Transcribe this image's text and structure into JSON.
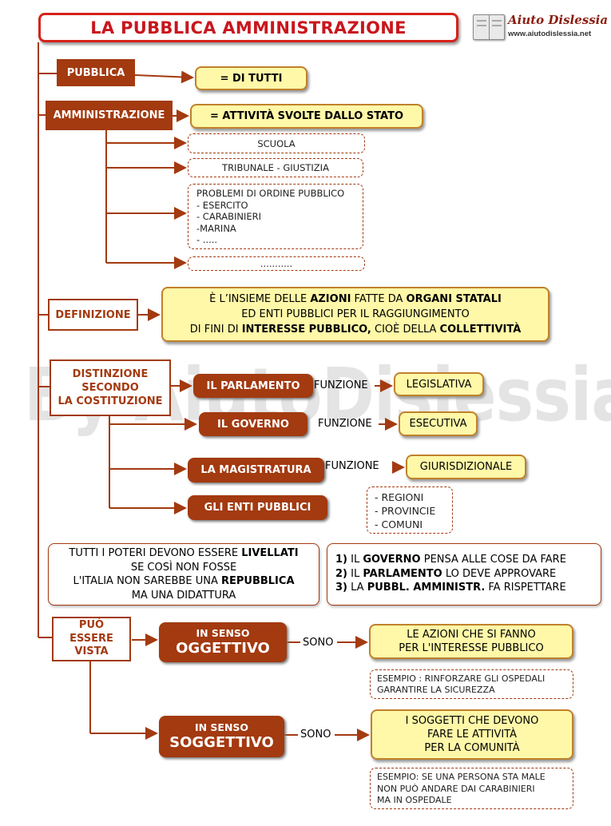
{
  "title": "LA PUBBLICA AMMINISTRAZIONE",
  "logo": {
    "name": "Aiuto Dislessia",
    "url": "www.aiutodislessia.net"
  },
  "watermark": "By AiutoDislessia.net",
  "pubblica": {
    "label": "PUBBLICA",
    "meaning": "= DI TUTTI"
  },
  "amministrazione": {
    "label": "AMMINISTRAZIONE",
    "meaning": "= ATTIVITÀ SVOLTE DALLO STATO",
    "items": [
      "SCUOLA",
      "TRIBUNALE - GIUSTIZIA"
    ],
    "problemi": [
      "PROBLEMI DI ORDINE PUBBLICO",
      "- ESERCITO",
      "- CARABINIERI",
      "-MARINA",
      "- ....."
    ],
    "more": "..........."
  },
  "definizione": {
    "label": "DEFINIZIONE",
    "line1": [
      "È L’INSIEME DELLE ",
      "AZIONI",
      " FATTE DA ",
      "ORGANI STATALI"
    ],
    "line2": "ED ENTI PUBBLICI PER IL RAGGIUNGIMENTO",
    "line3": [
      "DI FINI DI ",
      "INTERESSE PUBBLICO,",
      " CIOÈ DELLA ",
      "COLLETTIVITÀ"
    ]
  },
  "distinzione": {
    "label": [
      "DISTINZIONE",
      "SECONDO",
      "LA COSTITUZIONE"
    ],
    "funzione_label": "FUNZIONE",
    "rows": [
      {
        "organ": "IL PARLAMENTO",
        "function": "LEGISLATIVA"
      },
      {
        "organ": "IL GOVERNO",
        "function": "ESECUTIVA"
      },
      {
        "organ": "LA MAGISTRATURA",
        "function": "GIURISDIZIONALE"
      }
    ],
    "enti": {
      "label": "GLI ENTI PUBBLICI",
      "items": [
        "- REGIONI",
        "- PROVINCIE",
        "- COMUNI"
      ]
    }
  },
  "poteri": {
    "line1": [
      "TUTTI I POTERI DEVONO ESSERE ",
      "LIVELLATI"
    ],
    "line2": "SE COSÌ NON FOSSE",
    "line3": [
      "L'ITALIA NON SAREBBE UNA ",
      "REPUBBLICA"
    ],
    "line4": "MA UNA DIDATTURA"
  },
  "steps": [
    {
      "num": "1)",
      "pre": " IL ",
      "bold": "GOVERNO",
      "post": " PENSA ALLE COSE DA FARE"
    },
    {
      "num": "2)",
      "pre": " IL ",
      "bold": "PARLAMENTO",
      "post": " LO DEVE APPROVARE"
    },
    {
      "num": "3)",
      "pre": " LA ",
      "bold": "PUBBL. AMMINISTR.",
      "post": " FA RISPETTARE"
    }
  ],
  "vista": {
    "label": [
      "PUÒ",
      "ESSERE",
      "VISTA"
    ],
    "sono": "SONO",
    "oggettivo": {
      "small": "IN SENSO",
      "big": "OGGETTIVO",
      "def": [
        "LE AZIONI CHE SI FANNO",
        "PER L'INTERESSE PUBBLICO"
      ],
      "example": [
        "ESEMPIO : RINFORZARE GLI OSPEDALI",
        "GARANTIRE LA SICUREZZA"
      ]
    },
    "soggettivo": {
      "small": "IN SENSO",
      "big": "SOGGETTIVO",
      "def": [
        "I SOGGETTI CHE DEVONO",
        "FARE  LE ATTIVITÀ",
        "PER LA COMUNITÀ"
      ],
      "example": [
        "ESEMPIO: SE UNA PERSONA STA MALE",
        "NON PUÒ ANDARE DAI CARABINIERI",
        "MA IN OSPEDALE"
      ]
    }
  },
  "colors": {
    "brown": "#a33a10",
    "yellow": "#fff8a8",
    "red": "#d6221a"
  }
}
